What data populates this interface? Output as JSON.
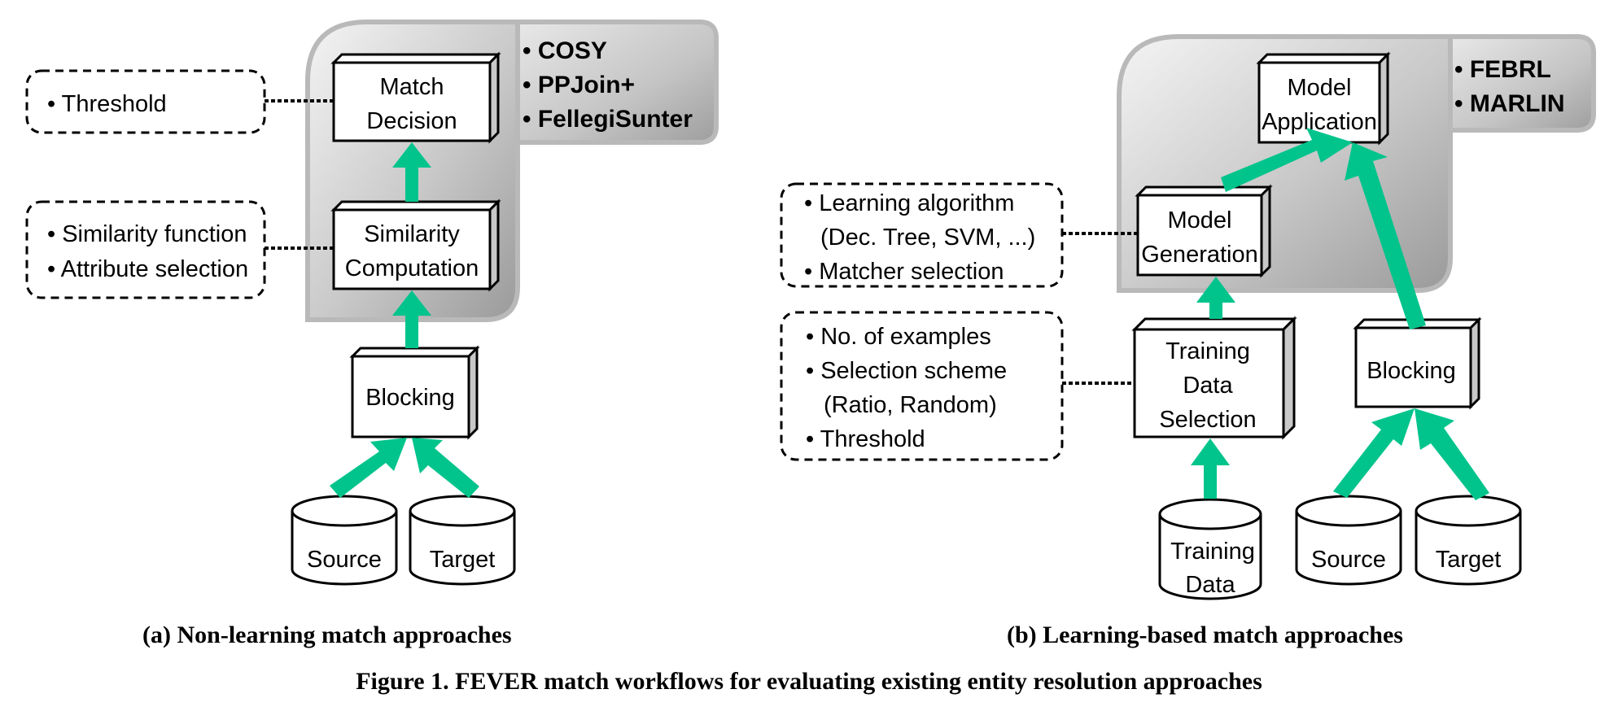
{
  "colors": {
    "arrow": "#00c48c",
    "panel_light": "#f2f2f2",
    "panel_dark": "#9c9c9c",
    "panel_border": "#b9b9b9"
  },
  "left_workflow": {
    "caption": "(a) Non-learning match approaches",
    "tools": [
      "• COSY",
      "• PPJoin+",
      "• FellegiSunter"
    ],
    "steps": {
      "match_decision": [
        "Match",
        "Decision"
      ],
      "similarity_computation": [
        "Similarity",
        "Computation"
      ],
      "blocking": [
        "Blocking"
      ]
    },
    "params": {
      "match_decision": [
        "• Threshold"
      ],
      "similarity_computation": [
        "• Similarity function",
        "• Attribute selection"
      ]
    },
    "sources": {
      "source": "Source",
      "target": "Target"
    }
  },
  "right_workflow": {
    "caption": "(b) Learning-based match approaches",
    "tools": [
      "• FEBRL",
      "• MARLIN"
    ],
    "steps": {
      "model_application": [
        "Model",
        "Application"
      ],
      "model_generation": [
        "Model",
        "Generation"
      ],
      "training_data_selection": [
        "Training",
        "Data",
        "Selection"
      ],
      "blocking": [
        "Blocking"
      ]
    },
    "params": {
      "model_generation": [
        "• Learning algorithm",
        "(Dec. Tree, SVM, ...)",
        "• Matcher selection"
      ],
      "training_data_selection": [
        "• No. of examples",
        "• Selection scheme",
        "(Ratio, Random)",
        "• Threshold"
      ]
    },
    "sources": {
      "training_data": [
        "Training",
        "Data"
      ],
      "source": "Source",
      "target": "Target"
    }
  },
  "figure_caption": "Figure 1. FEVER match workflows for evaluating existing entity resolution approaches"
}
